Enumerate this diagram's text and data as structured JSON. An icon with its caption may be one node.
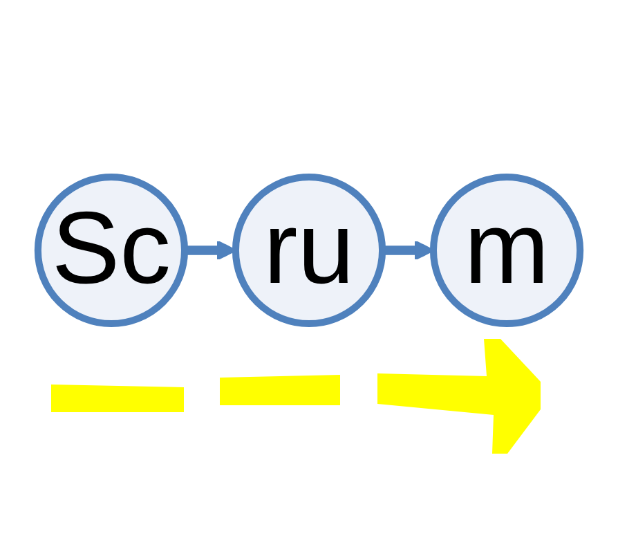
{
  "diagram": {
    "nodes": [
      {
        "text": [
          "Sc"
        ]
      },
      {
        "text": [
          "ru"
        ]
      },
      {
        "text": [
          "m"
        ]
      }
    ],
    "edges": [
      {
        "from": 0,
        "to": 1,
        "arrow": "to"
      },
      {
        "from": 1,
        "to": 2,
        "arrow": "to"
      }
    ]
  }
}
